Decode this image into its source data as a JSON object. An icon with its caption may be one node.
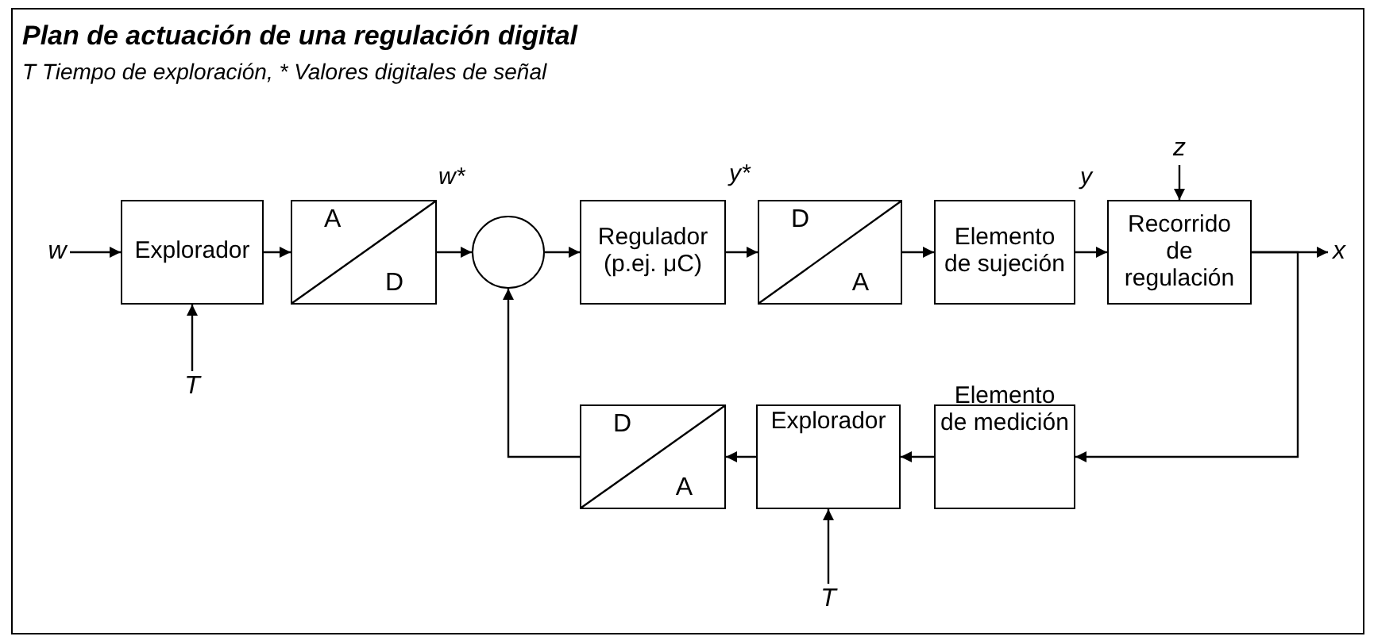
{
  "diagram": {
    "title": "Plan de actuación de una regulación digital",
    "nodes": [
      {
        "text": [
          "w"
        ]
      },
      {
        "text": [
          "Explorador"
        ]
      },
      {
        "text": [
          "A",
          "D"
        ]
      },
      {
        "text": [],
        "shape": "circle"
      },
      {
        "text": [
          "Regulador (p.ej. μC)"
        ]
      },
      {
        "text": [
          "D",
          "A"
        ]
      },
      {
        "text": [
          "Elemento de sujeción"
        ]
      },
      {
        "text": [
          "Recorrido de regulación"
        ]
      },
      {
        "text": [
          "x"
        ]
      },
      {
        "text": [
          "z"
        ]
      },
      {
        "text": [
          "T"
        ]
      },
      {
        "text": [
          "Elemento de medición"
        ]
      },
      {
        "text": [
          "Explorador"
        ]
      },
      {
        "text": [
          "D",
          "A"
        ]
      },
      {
        "text": [
          "T"
        ]
      }
    ],
    "edges": [
      {
        "from": 0,
        "to": 1,
        "arrow": "to"
      },
      {
        "from": 1,
        "to": 2,
        "arrow": "to"
      },
      {
        "from": 2,
        "to": 3,
        "arrow": "to",
        "label": "w*"
      },
      {
        "from": 3,
        "to": 4,
        "arrow": "to"
      },
      {
        "from": 4,
        "to": 5,
        "arrow": "to",
        "label": "y*"
      },
      {
        "from": 5,
        "to": 6,
        "arrow": "to"
      },
      {
        "from": 6,
        "to": 7,
        "arrow": "to",
        "label": "y"
      },
      {
        "from": 7,
        "to": 8,
        "arrow": "to"
      },
      {
        "from": 9,
        "to": 7,
        "arrow": "to"
      },
      {
        "from": 10,
        "to": 1,
        "arrow": "to"
      },
      {
        "from": 7,
        "to": 11,
        "arrow": "to"
      },
      {
        "from": 11,
        "to": 12,
        "arrow": "to"
      },
      {
        "from": 12,
        "to": 13,
        "arrow": "to"
      },
      {
        "from": 14,
        "to": 12,
        "arrow": "to"
      },
      {
        "from": 13,
        "to": 3,
        "arrow": "to"
      }
    ],
    "labels": [
      "T Tiempo de exploración, * Valores digitales de señal"
    ]
  }
}
